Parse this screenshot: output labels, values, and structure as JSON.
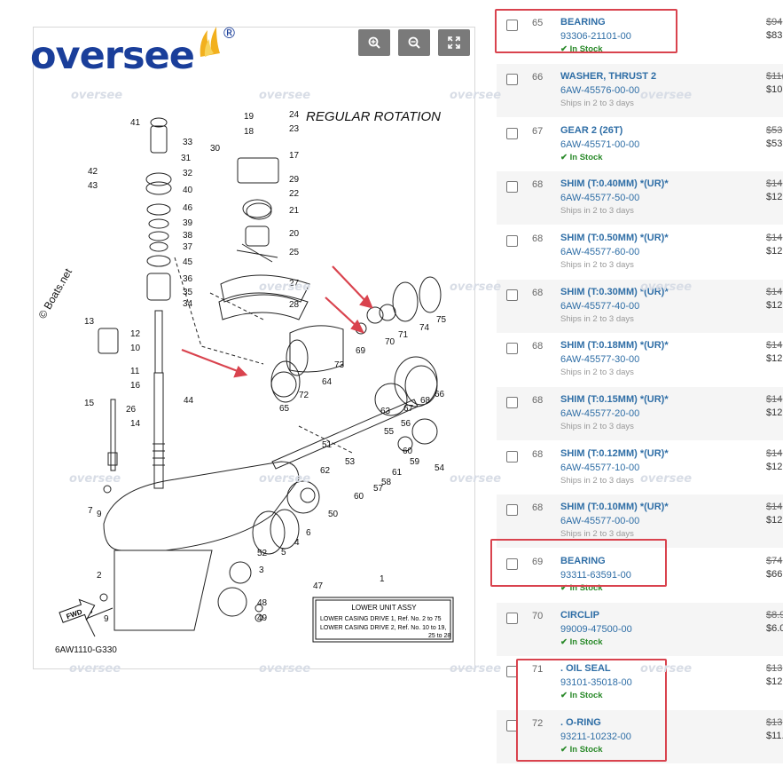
{
  "logo": {
    "text": "oversee",
    "reg": "®"
  },
  "zoom": {
    "zoom_in": "zoom-in",
    "zoom_out": "zoom-out",
    "fullscreen": "fullscreen"
  },
  "diagram": {
    "rotation_label": "REGULAR ROTATION",
    "copyright": "© Boats.net",
    "code": "6AW1110-G330",
    "assy_title": "LOWER UNIT ASSY",
    "assy_line1": "LOWER CASING DRIVE 1,  Ref. No.  2 to 75",
    "assy_line2": "LOWER CASING DRIVE 2,  Ref. No. 10 to 19,",
    "assy_line3": "25 to 28",
    "fwd": "FWD"
  },
  "watermark": "oversee",
  "colors": {
    "accent": "#2f6ea6",
    "highlight": "#d9434e",
    "instock": "#2a8a2a",
    "logo": "#1a3e9a"
  },
  "parts": [
    {
      "ref": "65",
      "name": "BEARING",
      "number": "93306-21101-00",
      "status": "In Stock",
      "status_type": "instock",
      "old_price": "$94",
      "price": "$83"
    },
    {
      "ref": "66",
      "name": "WASHER, THRUST 2",
      "number": "6AW-45576-00-00",
      "status": "Ships in 2 to 3 days",
      "status_type": "ships",
      "old_price": "$11(",
      "price": "$10"
    },
    {
      "ref": "67",
      "name": "GEAR 2 (26T)",
      "number": "6AW-45571-00-00",
      "status": "In Stock",
      "status_type": "instock",
      "old_price": "$53",
      "price": "$53"
    },
    {
      "ref": "68",
      "name": "SHIM (T:0.40MM) *(UR)*",
      "number": "6AW-45577-50-00",
      "status": "Ships in 2 to 3 days",
      "status_type": "ships",
      "old_price": "$14",
      "price": "$12"
    },
    {
      "ref": "68",
      "name": "SHIM (T:0.50MM) *(UR)*",
      "number": "6AW-45577-60-00",
      "status": "Ships in 2 to 3 days",
      "status_type": "ships",
      "old_price": "$14",
      "price": "$12"
    },
    {
      "ref": "68",
      "name": "SHIM (T:0.30MM) *(UR)*",
      "number": "6AW-45577-40-00",
      "status": "Ships in 2 to 3 days",
      "status_type": "ships",
      "old_price": "$14",
      "price": "$12"
    },
    {
      "ref": "68",
      "name": "SHIM (T:0.18MM) *(UR)*",
      "number": "6AW-45577-30-00",
      "status": "Ships in 2 to 3 days",
      "status_type": "ships",
      "old_price": "$14",
      "price": "$12"
    },
    {
      "ref": "68",
      "name": "SHIM (T:0.15MM) *(UR)*",
      "number": "6AW-45577-20-00",
      "status": "Ships in 2 to 3 days",
      "status_type": "ships",
      "old_price": "$14",
      "price": "$12"
    },
    {
      "ref": "68",
      "name": "SHIM (T:0.12MM) *(UR)*",
      "number": "6AW-45577-10-00",
      "status": "Ships in 2 to 3 days",
      "status_type": "ships",
      "old_price": "$14",
      "price": "$12"
    },
    {
      "ref": "68",
      "name": "SHIM (T:0.10MM) *(UR)*",
      "number": "6AW-45577-00-00",
      "status": "Ships in 2 to 3 days",
      "status_type": "ships",
      "old_price": "$14",
      "price": "$12"
    },
    {
      "ref": "69",
      "name": "BEARING",
      "number": "93311-63591-00",
      "status": "In Stock",
      "status_type": "instock",
      "old_price": "$74",
      "price": "$66"
    },
    {
      "ref": "70",
      "name": "CIRCLIP",
      "number": "99009-47500-00",
      "status": "In Stock",
      "status_type": "instock",
      "old_price": "$8.9",
      "price": "$6.0"
    },
    {
      "ref": "71",
      "name": ". OIL SEAL",
      "number": "93101-35018-00",
      "status": "In Stock",
      "status_type": "instock",
      "old_price": "$13",
      "price": "$12"
    },
    {
      "ref": "72",
      "name": ". O-RING",
      "number": "93211-10232-00",
      "status": "In Stock",
      "status_type": "instock",
      "old_price": "$13",
      "price": "$11."
    }
  ]
}
